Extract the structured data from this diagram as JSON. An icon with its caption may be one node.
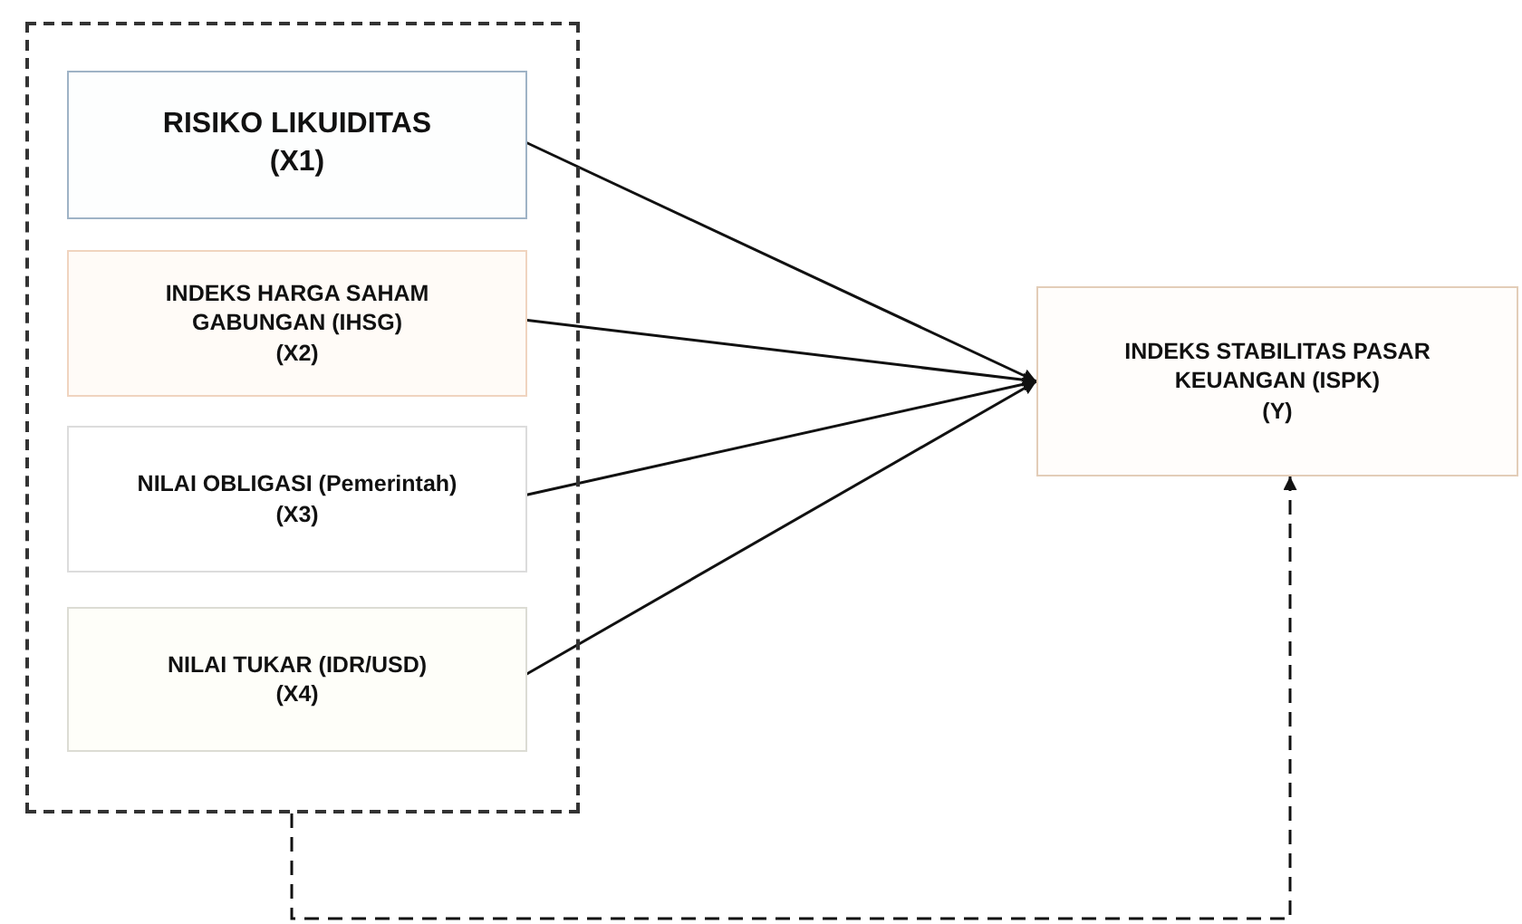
{
  "diagram": {
    "nodes": [
      {
        "text": [],
        "shape": "box"
      },
      {
        "text": [
          "RISIKO LIKUIDITAS",
          "(X1)"
        ],
        "in": 0
      },
      {
        "text": [
          "INDEKS HARGA SAHAM GABUNGAN (IHSG)",
          "(X2)"
        ],
        "in": 0
      },
      {
        "text": [
          "NILAI OBLIGASI (Pemerintah)",
          "(X3)"
        ],
        "in": 0
      },
      {
        "text": [
          "NILAI TUKAR (IDR/USD)",
          "(X4)"
        ],
        "in": 0
      },
      {
        "text": [
          "INDEKS STABILITAS PASAR KEUANGAN (ISPK)",
          "(Y)"
        ]
      }
    ],
    "edges": [
      {
        "from": 1,
        "to": 5,
        "arrow": "to"
      },
      {
        "from": 2,
        "to": 5,
        "arrow": "to"
      },
      {
        "from": 3,
        "to": 5,
        "arrow": "to"
      },
      {
        "from": 4,
        "to": 5,
        "arrow": "to"
      },
      {
        "from": 0,
        "to": 5,
        "arrow": "to",
        "style": "dashed"
      }
    ]
  }
}
